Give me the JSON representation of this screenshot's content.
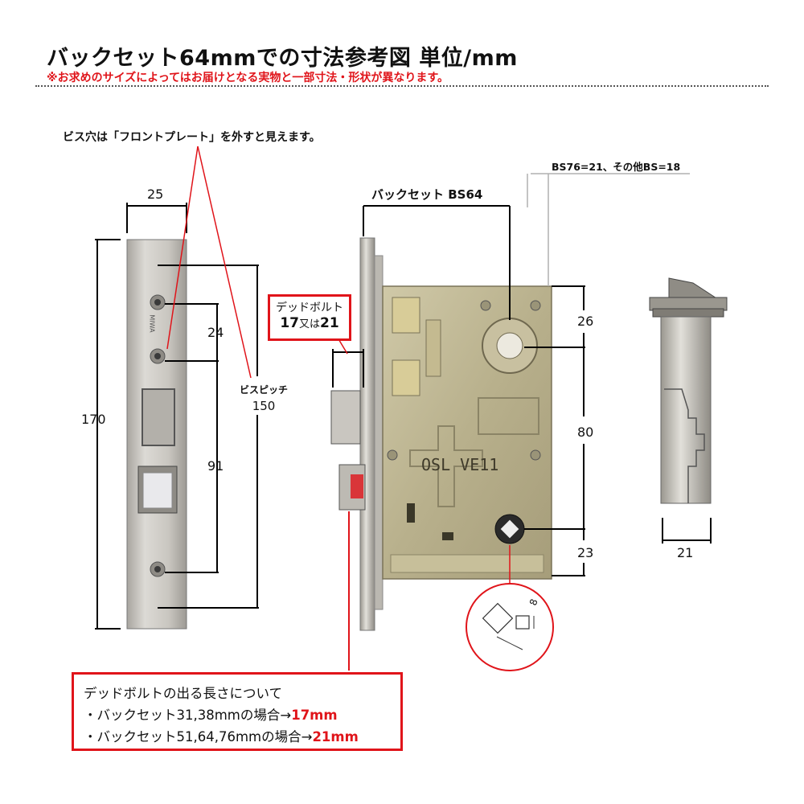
{
  "header": {
    "title": "バックセット64mmでの寸法参考図 単位/mm",
    "subtitle": "※お求めのサイズによってはお届けとなる実物と一部寸法・形状が異なります。"
  },
  "front_view": {
    "screw_note": "ビス穴は「フロントプレート」を外すと見えます。",
    "width": "25",
    "height": "170",
    "screw_spacing_top": "24",
    "screw_spacing_bottom": "91",
    "pitch_label": "ビスピッチ",
    "pitch_value": "150",
    "engraving": "MIWA"
  },
  "deadbolt_box": {
    "line1": "デッドボルト",
    "value_a": "17",
    "joiner": "又は",
    "value_b": "21"
  },
  "side_view": {
    "bs_note": "BS76=21、その他BS=18",
    "backset_label": "バックセット BS64",
    "dim_top": "26",
    "dim_middle": "80",
    "dim_bottom": "23",
    "body_marking": "OSL VE11",
    "spindle_size": "8"
  },
  "edge_view": {
    "width": "21"
  },
  "note_box": {
    "heading": "デッドボルトの出る長さについて",
    "line1_prefix": "・バックセット31,38mmの場合→",
    "line1_value": "17mm",
    "line2_prefix": "・バックセット51,64,76mmの場合→",
    "line2_value": "21mm"
  },
  "colors": {
    "accent_red": "#e0141a",
    "plate_silver": "#c9c6c0",
    "case_brass": "#b9b08c"
  }
}
